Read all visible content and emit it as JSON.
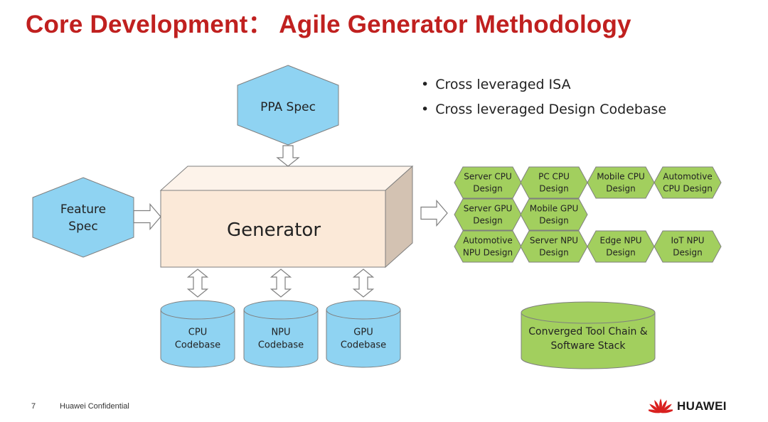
{
  "title": "Core Development： Agile Generator Methodology",
  "bullets": [
    "Cross leveraged ISA",
    "Cross leveraged Design Codebase"
  ],
  "inputs": {
    "ppa_spec": "PPA Spec",
    "feature_spec": [
      "Feature",
      "Spec"
    ]
  },
  "generator_label": "Generator",
  "codebases": [
    [
      "CPU",
      "Codebase"
    ],
    [
      "NPU",
      "Codebase"
    ],
    [
      "GPU",
      "Codebase"
    ]
  ],
  "designs": [
    [
      [
        "Server CPU",
        "Design"
      ],
      [
        "PC CPU",
        "Design"
      ],
      [
        "Mobile CPU",
        "Design"
      ],
      [
        "Automotive",
        "CPU Design"
      ]
    ],
    [
      [
        "Server GPU",
        "Design"
      ],
      [
        "Mobile GPU",
        "Design"
      ]
    ],
    [
      [
        "Automotive",
        "NPU Design"
      ],
      [
        "Server NPU",
        "Design"
      ],
      [
        "Edge NPU",
        "Design"
      ],
      [
        "IoT NPU",
        "Design"
      ]
    ]
  ],
  "toolchain": [
    "Converged Tool Chain &",
    "Software Stack"
  ],
  "footer": {
    "page_number": "7",
    "confidential": "Huawei Confidential",
    "brand": "HUAWEI"
  },
  "colors": {
    "title": "#c0201f",
    "hexagon_fill": "#8fd3f2",
    "generator_front": "#fbe9d8",
    "generator_side": "#d3c2b2",
    "codebase_fill": "#8fd3f2",
    "design_fill": "#a2cf5e",
    "toolchain_fill": "#a2cf5e",
    "outline": "#7f7f7f",
    "brand_red": "#d9201f"
  },
  "icons": {
    "brand_logo": "huawei-petal-logo"
  }
}
